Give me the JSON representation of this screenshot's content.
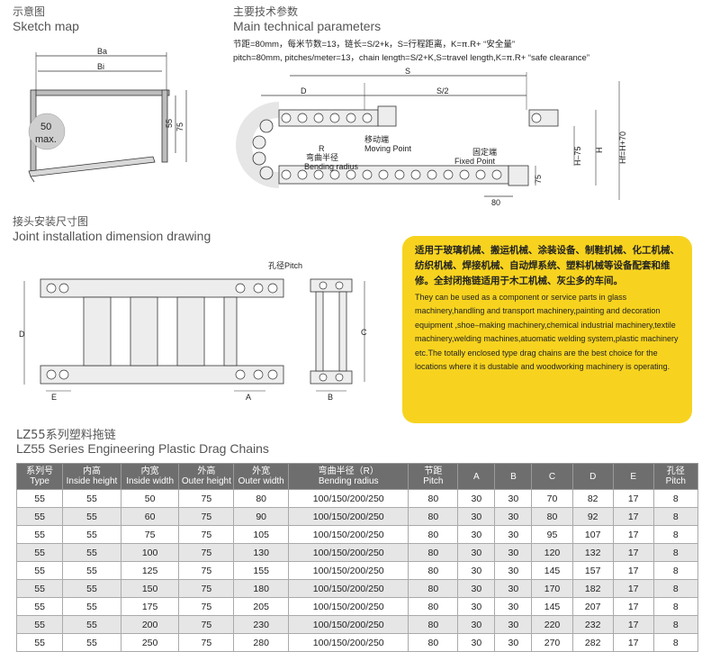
{
  "sketch": {
    "title_cn": "示意图",
    "title_en": "Sketch map",
    "label_ba": "Ba",
    "label_bi": "Bi",
    "label_55": "55",
    "label_75": "75",
    "max_value": "50",
    "max_label": "max."
  },
  "technical": {
    "title_cn": "主要技术参数",
    "title_en": "Main technical parameters",
    "line_cn": "节距=80mm，每米节数=13，链长=S/2+k，S=行程距离，K=π.R+ “安全量”",
    "line_en": "pitch=80mm, pitches/meter=13，chain length=S/2+K,S=travel length,K=π.R+ “safe clearance”",
    "label_s": "S",
    "label_d": "D",
    "label_s2": "S/2",
    "label_r": "R",
    "bending_cn": "弯曲半径",
    "bending_en": "Bending radius",
    "moving_cn": "移动端",
    "moving_en": "Moving Point",
    "fixed_cn": "固定端",
    "fixed_en": "Fixed Point",
    "label_80": "80",
    "label_75": "75",
    "label_h75": "H–75",
    "label_h": "H",
    "label_hf": "Hf=H+70"
  },
  "joint": {
    "title_cn": "接头安装尺寸图",
    "title_en": "Joint installation dimension drawing",
    "pitch_label": "孔径Pitch",
    "label_d": "D",
    "label_e": "E",
    "label_a": "A",
    "label_b": "B",
    "label_c": "C"
  },
  "description": {
    "cn": "适用于玻璃机械、搬运机械、涂装设备、制鞋机械、化工机械、纺织机械、焊接机械、自动焊系统、塑料机械等设备配套和维修。全封闭拖链适用于木工机械、灰尘多的车间。",
    "en": "They can be used as a component or service parts in glass machinery,handling and transport machinery,painting and decoration equipment ,shoe–making machinery,chemical industrial machinery,textile machinery,welding machines,atuomatic welding system,plastic machinery etc.The totally enclosed type drag chains are the best choice for the locations where it is dustable and woodworking machinery is operating."
  },
  "series": {
    "title_cn": "LZ55系列塑料拖链",
    "title_en": "LZ55 Series Engineering Plastic Drag Chains"
  },
  "table": {
    "headers": [
      {
        "cn": "系列号",
        "en": "Type"
      },
      {
        "cn": "内高",
        "en": "Inside height"
      },
      {
        "cn": "内宽",
        "en": "Inside width"
      },
      {
        "cn": "外高",
        "en": "Outer height"
      },
      {
        "cn": "外宽",
        "en": "Outer width"
      },
      {
        "cn": "弯曲半径（R）",
        "en": "Bending radius"
      },
      {
        "cn": "节距",
        "en": "Pitch"
      },
      {
        "cn": "",
        "en": "A"
      },
      {
        "cn": "",
        "en": "B"
      },
      {
        "cn": "",
        "en": "C"
      },
      {
        "cn": "",
        "en": "D"
      },
      {
        "cn": "",
        "en": "E"
      },
      {
        "cn": "孔径",
        "en": "Pitch"
      }
    ],
    "rows": [
      [
        "55",
        "55",
        "50",
        "75",
        "80",
        "100/150/200/250",
        "80",
        "30",
        "30",
        "70",
        "82",
        "17",
        "8"
      ],
      [
        "55",
        "55",
        "60",
        "75",
        "90",
        "100/150/200/250",
        "80",
        "30",
        "30",
        "80",
        "92",
        "17",
        "8"
      ],
      [
        "55",
        "55",
        "75",
        "75",
        "105",
        "100/150/200/250",
        "80",
        "30",
        "30",
        "95",
        "107",
        "17",
        "8"
      ],
      [
        "55",
        "55",
        "100",
        "75",
        "130",
        "100/150/200/250",
        "80",
        "30",
        "30",
        "120",
        "132",
        "17",
        "8"
      ],
      [
        "55",
        "55",
        "125",
        "75",
        "155",
        "100/150/200/250",
        "80",
        "30",
        "30",
        "145",
        "157",
        "17",
        "8"
      ],
      [
        "55",
        "55",
        "150",
        "75",
        "180",
        "100/150/200/250",
        "80",
        "30",
        "30",
        "170",
        "182",
        "17",
        "8"
      ],
      [
        "55",
        "55",
        "175",
        "75",
        "205",
        "100/150/200/250",
        "80",
        "30",
        "30",
        "145",
        "207",
        "17",
        "8"
      ],
      [
        "55",
        "55",
        "200",
        "75",
        "230",
        "100/150/200/250",
        "80",
        "30",
        "30",
        "220",
        "232",
        "17",
        "8"
      ],
      [
        "55",
        "55",
        "250",
        "75",
        "280",
        "100/150/200/250",
        "80",
        "30",
        "30",
        "270",
        "282",
        "17",
        "8"
      ]
    ]
  }
}
